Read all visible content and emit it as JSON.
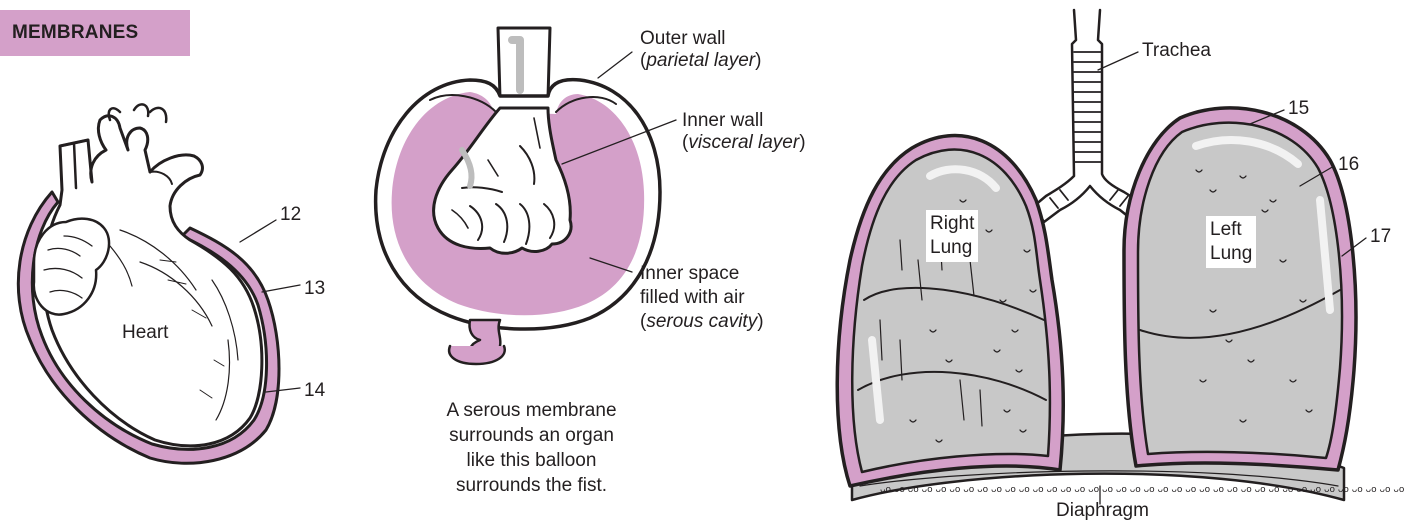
{
  "header": {
    "title": "MEMBRANES"
  },
  "heart": {
    "name": "Heart",
    "callouts": [
      "12",
      "13",
      "14"
    ]
  },
  "balloon": {
    "outer_wall": {
      "line1": "Outer wall",
      "paren_open": "(",
      "italic": "parietal layer",
      "paren_close": ")"
    },
    "inner_wall": {
      "line1": "Inner wall",
      "paren_open": "(",
      "italic": "visceral layer",
      "paren_close": ")"
    },
    "inner_space": {
      "line1": "Inner space",
      "line2": "filled with air",
      "paren_open": "(",
      "italic": "serous cavity",
      "paren_close": ")"
    },
    "caption": [
      "A serous membrane",
      "surrounds an organ",
      "like this balloon",
      "surrounds the fist."
    ]
  },
  "lungs": {
    "trachea": "Trachea",
    "right_lung": [
      "Right",
      "Lung"
    ],
    "left_lung": [
      "Left",
      "Lung"
    ],
    "diaphragm": "Diaphragm",
    "callouts": [
      "15",
      "16",
      "17"
    ]
  },
  "colors": {
    "membrane": "#d4a0c9",
    "lung_fill": "#c8c8c8",
    "outline": "#231f20",
    "title_bg": "#d4a0c9"
  }
}
